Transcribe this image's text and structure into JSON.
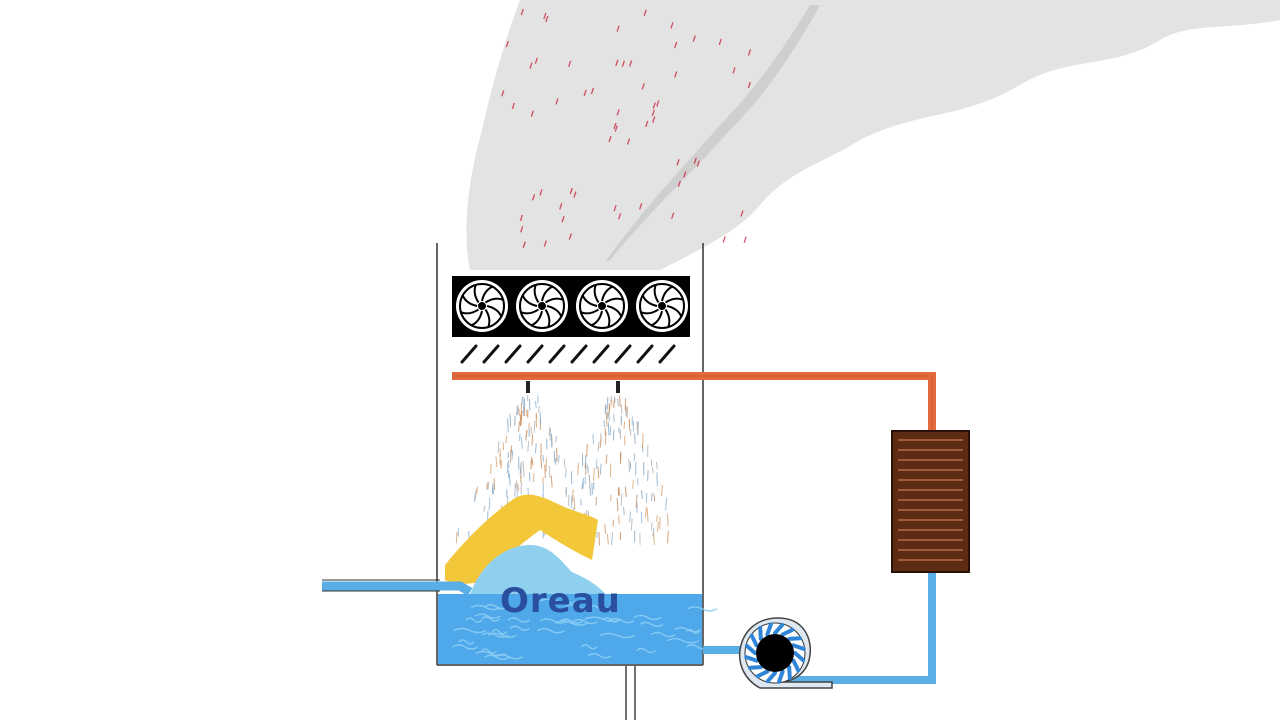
{
  "diagram": {
    "logo": {
      "text": "Oreau",
      "color": "#2a4f9e",
      "accent_yellow": "#f2c73a",
      "accent_blue": "#8fd0ef"
    },
    "components": {
      "fan_count": 4,
      "louver_count": 10,
      "nozzle_count": 2
    },
    "colors": {
      "hot_pipe": "#e26a3c",
      "cold_pipe": "#5aaee6",
      "water": "#4ea8ea",
      "water_light": "#8ccdf5",
      "heat_exchanger": "#5e2b15",
      "heat_exchanger_line": "#b56d45",
      "fan_panel": "#000000",
      "plume": "#e3e3e3",
      "plume_shadow": "#cfcfcf",
      "droplet_hot": "#c8283a",
      "pump_ring": "#2f86d8"
    }
  }
}
